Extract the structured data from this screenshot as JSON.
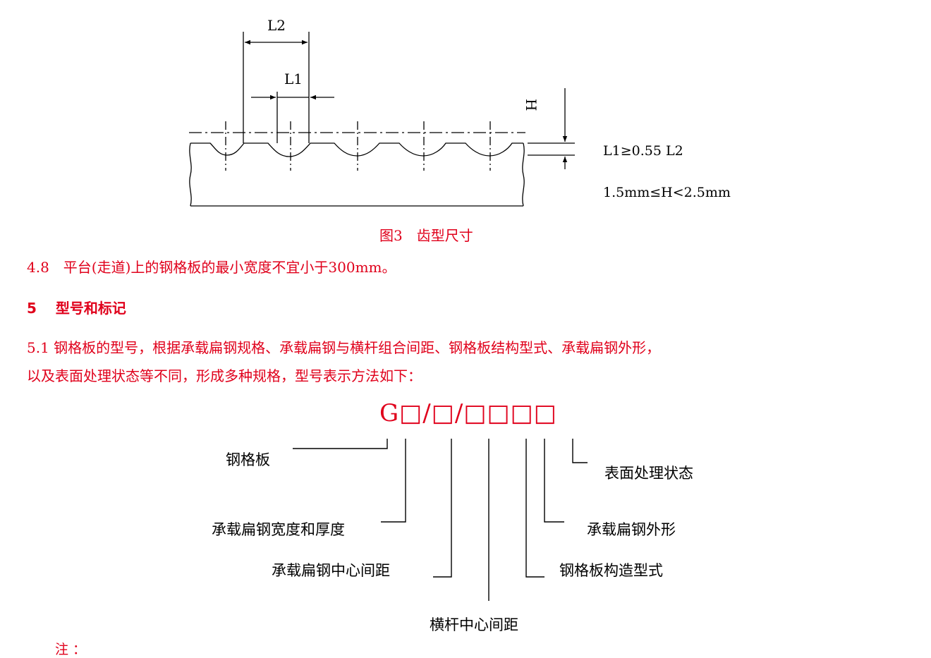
{
  "figure3": {
    "dim_L2": "L2",
    "dim_L1": "L1",
    "dim_H": "H",
    "formula_L": "L1≥0.55 L2",
    "formula_H": "1.5mm≤H<2.5mm",
    "caption": "图3　齿型尺寸"
  },
  "clause_4_8": "4.8　平台(走道)上的钢格板的最小宽度不宜小于300mm。",
  "section5": {
    "number": "5",
    "title": "型号和标记"
  },
  "clause_5_1": {
    "line1": "5.1 钢格板的型号，根据承载扁钢规格、承载扁钢与横杆组合间距、钢格板结构型式、承载扁钢外形，",
    "line2": "以及表面处理状态等不同，形成多种规格，型号表示方法如下："
  },
  "model_code": "G□/□/□□□□",
  "model_labels": {
    "steel_grating": "钢格板",
    "surface_treatment": "表面处理状态",
    "bar_width_thickness": "承载扁钢宽度和厚度",
    "bar_shape": "承载扁钢外形",
    "bar_spacing": "承载扁钢中心间距",
    "structure_type": "钢格板构造型式",
    "crossbar_spacing": "横杆中心间距"
  },
  "note_label": "注 ："
}
